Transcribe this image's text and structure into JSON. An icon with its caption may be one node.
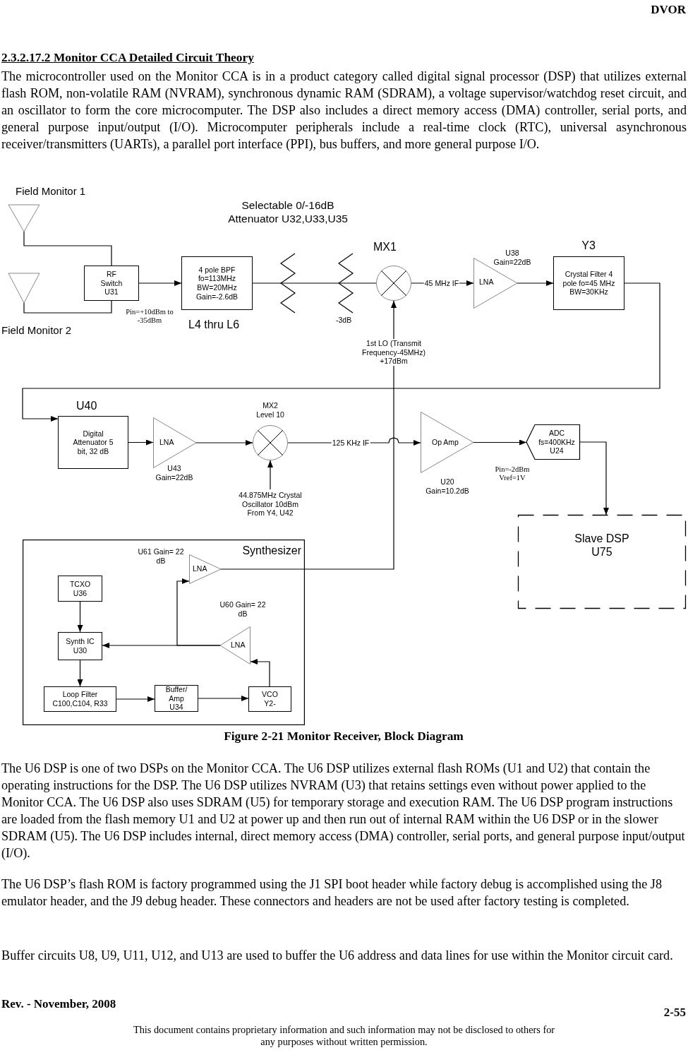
{
  "diagram": {
    "title": "2.3.2.17.2  Monitor CCA Detailed Circuit Theory",
    "caption": "Figure 2-21  Monitor Receiver, Block Diagram",
    "nodes": [
      {
        "text": [
          "Field Monitor 1"
        ]
      },
      {
        "text": [
          "Field Monitor 2"
        ]
      },
      {
        "text": [
          "RF Switch U31"
        ]
      },
      {
        "text": [
          "4 pole BPF fo=113MHz BW=20MHz Gain=-2.6dB"
        ],
        "beside": [
          "L4 thru L6"
        ]
      },
      {
        "text": [
          "Selectable 0/-16dB Attenuator U32,U33,U35"
        ]
      },
      {
        "text": [
          "-3dB"
        ]
      },
      {
        "text": [
          "MX1"
        ]
      },
      {
        "text": [
          "LNA"
        ],
        "beside": [
          "U38 Gain=22dB"
        ]
      },
      {
        "text": [
          "Y3",
          "Crystal Filter 4 pole fo=45 MHz BW=30KHz"
        ]
      },
      {
        "text": [
          "U40",
          "Digital Attenuator 5 bit, 32 dB"
        ]
      },
      {
        "text": [
          "LNA"
        ],
        "beside": [
          "U43 Gain=22dB"
        ]
      },
      {
        "text": [
          "MX2 Level 10"
        ]
      },
      {
        "text": [
          "44.875MHz Crystal Oscillator 10dBm From Y4, U42"
        ]
      },
      {
        "text": [
          "Op Amp"
        ],
        "beside": [
          "U20 Gain=10.2dB"
        ]
      },
      {
        "text": [
          "ADC fs=400KHz U24"
        ]
      },
      {
        "text": [
          "Slave DSP U75"
        ]
      },
      {
        "text": [
          "Synthesizer"
        ]
      },
      {
        "text": [
          "TCXO U36"
        ],
        "in": 16
      },
      {
        "text": [
          "Synth IC U30"
        ],
        "in": 16
      },
      {
        "text": [
          "Loop Filter C100,C104, R33"
        ],
        "in": 16
      },
      {
        "text": [
          "Buffer/ Amp U34"
        ],
        "in": 16
      },
      {
        "text": [
          "VCO Y2-"
        ],
        "in": 16
      },
      {
        "text": [
          "LNA"
        ],
        "beside": [
          "U60 Gain= 22 dB"
        ],
        "in": 16
      },
      {
        "text": [
          "LNA"
        ],
        "beside": [
          "U61 Gain= 22 dB"
        ],
        "in": 16
      }
    ],
    "edges": [
      {
        "from": 0,
        "to": 2,
        "arrow": "none"
      },
      {
        "from": 1,
        "to": 2,
        "arrow": "none"
      },
      {
        "from": 2,
        "to": 3,
        "arrow": "to"
      },
      {
        "from": 3,
        "to": 4,
        "arrow": "none"
      },
      {
        "from": 4,
        "to": 5,
        "arrow": "none"
      },
      {
        "from": 5,
        "to": 6,
        "arrow": "none"
      },
      {
        "from": 6,
        "to": 7,
        "arrow": "to",
        "label": "45 MHz IF"
      },
      {
        "from": 7,
        "to": 8,
        "arrow": "to"
      },
      {
        "from": 8,
        "to": 9,
        "arrow": "to"
      },
      {
        "from": 9,
        "to": 10,
        "arrow": "to"
      },
      {
        "from": 10,
        "to": 11,
        "arrow": "to"
      },
      {
        "from": 12,
        "to": 11,
        "arrow": "to"
      },
      {
        "from": 11,
        "to": 13,
        "arrow": "to",
        "label": "125 KHz IF"
      },
      {
        "from": 13,
        "to": 14,
        "arrow": "to"
      },
      {
        "from": 14,
        "to": 15,
        "arrow": "to"
      },
      {
        "from": 17,
        "to": 18,
        "arrow": "to"
      },
      {
        "from": 18,
        "to": 19,
        "arrow": "to"
      },
      {
        "from": 19,
        "to": 20,
        "arrow": "to"
      },
      {
        "from": 20,
        "to": 21,
        "arrow": "to"
      },
      {
        "from": 21,
        "to": 22,
        "arrow": "to"
      },
      {
        "from": 22,
        "to": 18,
        "arrow": "to"
      },
      {
        "from": 22,
        "to": 23,
        "arrow": "to"
      },
      {
        "from": 23,
        "to": 6,
        "arrow": "to",
        "label": "1st LO (Transmit Frequency-45MHz) +17dBm"
      }
    ],
    "labels": [
      "DVOR",
      "The microcontroller used on the Monitor CCA is in a product category called digital signal processor (DSP) that utilizes external flash ROM, non-volatile RAM (NVRAM), synchronous dynamic RAM (SDRAM), a voltage supervisor/watchdog reset circuit, and an oscillator to form the core microcomputer. The DSP also includes a direct memory access (DMA) controller, serial ports, and general purpose input/output (I/O). Microcomputer peripherals include a real-time clock (RTC), universal asynchronous receiver/transmitters (UARTs), a parallel port interface (PPI), bus buffers, and more general purpose I/O.",
      "Pin=+10dBm to -35dBm",
      "Pin=-2dBm Vref=1V",
      "The U6 DSP is one of two DSPs on the Monitor CCA. The U6 DSP utilizes external flash ROMs (U1 and U2) that contain the operating instructions for the DSP. The U6 DSP utilizes NVRAM (U3) that retains settings even without power applied to the Monitor CCA. The U6 DSP also uses SDRAM (U5) for temporary storage and execution RAM. The U6 DSP program instructions are loaded from the flash memory U1 and U2 at power up and then run out of internal RAM within the U6 DSP or in the slower SDRAM (U5). The U6 DSP includes internal, direct memory access (DMA) controller, serial ports, and general purpose input/output (I/O).",
      "The U6 DSP’s flash ROM is factory programmed using the J1 SPI boot header while factory debug is accomplished using the J8 emulator header, and the J9 debug header. These connectors and headers are not be used after factory testing is completed.",
      "Buffer circuits U8, U9, U11, U12, and U13 are used to buffer the U6 address and data lines for use within the Monitor circuit card.",
      "Rev. -  November, 2008",
      "2-55",
      "This document contains proprietary information and such information may not be disclosed to others for any purposes without written permission."
    ]
  }
}
